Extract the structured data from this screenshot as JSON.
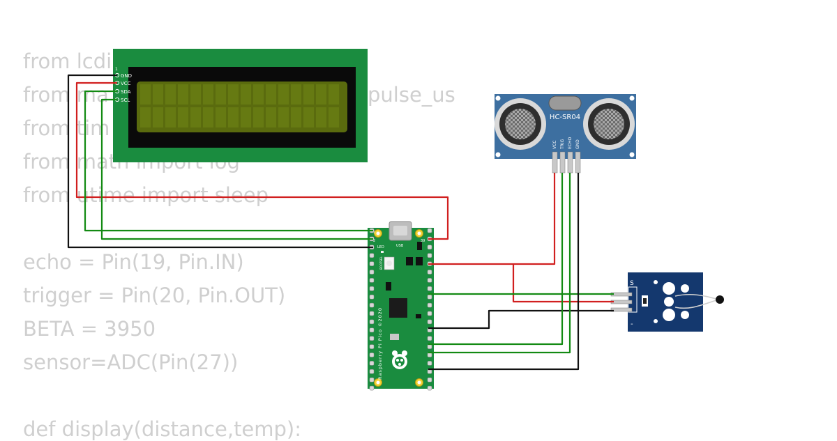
{
  "code_lines": [
    "from lcdi",
    "from ma",
    "from tim",
    "from math import log",
    "from utime import sleep",
    "",
    "echo = Pin(19, Pin.IN)",
    "trigger = Pin(20, Pin.OUT)",
    "BETA = 3950",
    "sensor=ADC(Pin(27))",
    "",
    "def display(distance,temp):"
  ],
  "code_fragment_pulse": "pulse_us",
  "lcd": {
    "pin1_mark": "1",
    "pins": [
      "GND",
      "VCC",
      "SDA",
      "SCL"
    ]
  },
  "ultrasonic": {
    "label": "HC-SR04",
    "pins": [
      "VCC",
      "TRIG",
      "ECHO",
      "GND"
    ]
  },
  "pico": {
    "label": "Raspberry Pi Pico ©2020",
    "bootsel": "BOOTSEL",
    "led_label": "LED",
    "usb_label": "USB",
    "pin_1": "1",
    "pin_2": "2",
    "pin_39": "39"
  },
  "temp_sensor": {
    "mark_s": "S",
    "mark_minus": "-"
  },
  "colors": {
    "code_text": "#cfcfcf",
    "pcb_green": "#1a8c3f",
    "lcd_screen": "#5a6b0e",
    "sonar_blue": "#3d6fa0",
    "sensor_blue": "#14386e",
    "wire_red": "#d11f1f",
    "wire_green": "#138a13",
    "wire_black": "#111111"
  }
}
